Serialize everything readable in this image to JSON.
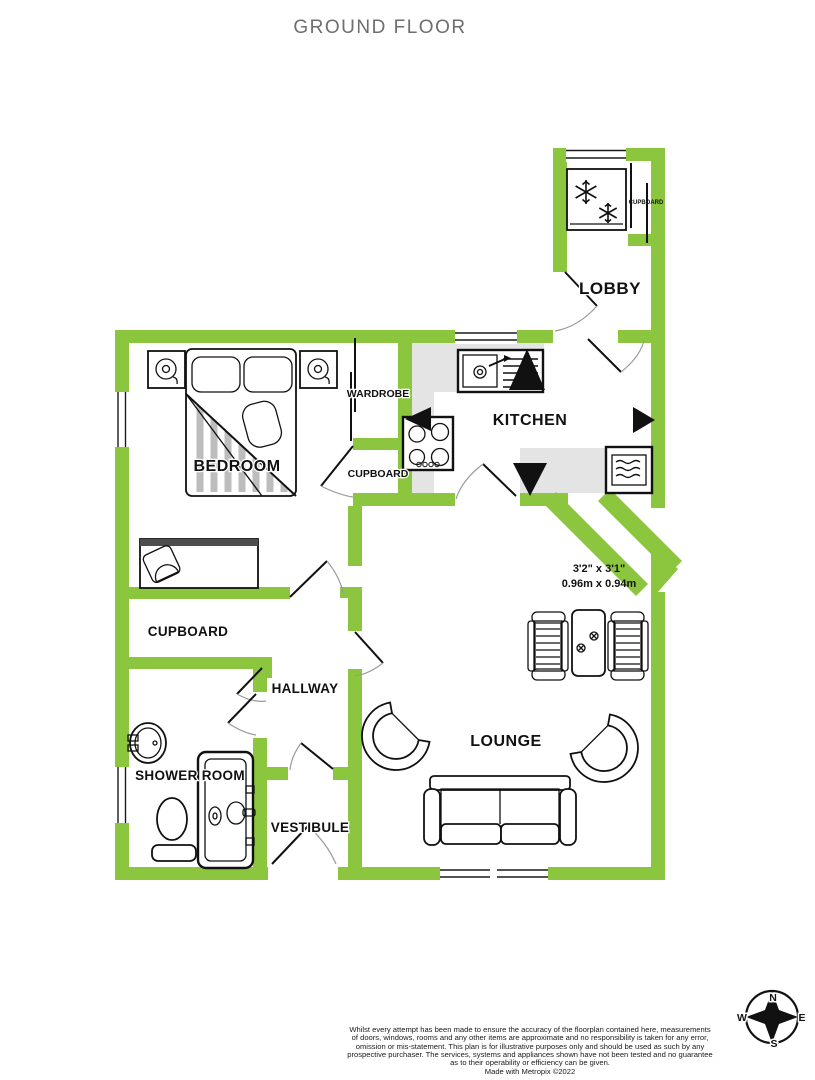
{
  "title": "GROUND FLOOR",
  "rooms": {
    "lobby": "LOBBY",
    "kitchen": "KITCHEN",
    "bedroom": "BEDROOM",
    "wardrobe": "WARDROBE",
    "cupboard_bedroom": "CUPBOARD",
    "cupboard_lobby": "CUPBOARD",
    "cupboard_room": "CUPBOARD",
    "hallway": "HALLWAY",
    "shower_room": "SHOWER ROOM",
    "vestibule": "VESTIBULE",
    "lounge": "LOUNGE"
  },
  "dimensions": {
    "imperial": "3'2\"  x 3'1\"",
    "metric": "0.96m  x 0.94m"
  },
  "compass": {
    "n": "N",
    "e": "E",
    "s": "S",
    "w": "W"
  },
  "footer": {
    "lines": [
      "Whilst every attempt has been made to ensure the accuracy of the floorplan contained here, measurements",
      "of doors, windows, rooms and any other items are approximate and no responsibility is taken for any error,",
      "omission or mis-statement. This plan is for illustrative purposes only and should be used as such by any",
      "prospective purchaser. The services, systems and appliances shown have not been tested and no guarantee",
      "as to their operability or efficiency can be given."
    ],
    "credit": "Made with Metropix ©2022"
  },
  "colors": {
    "wall": "#8CC63E",
    "counter": "#E4E4E4",
    "arc": "#9B9B9B",
    "title": "#6E6E6E"
  }
}
